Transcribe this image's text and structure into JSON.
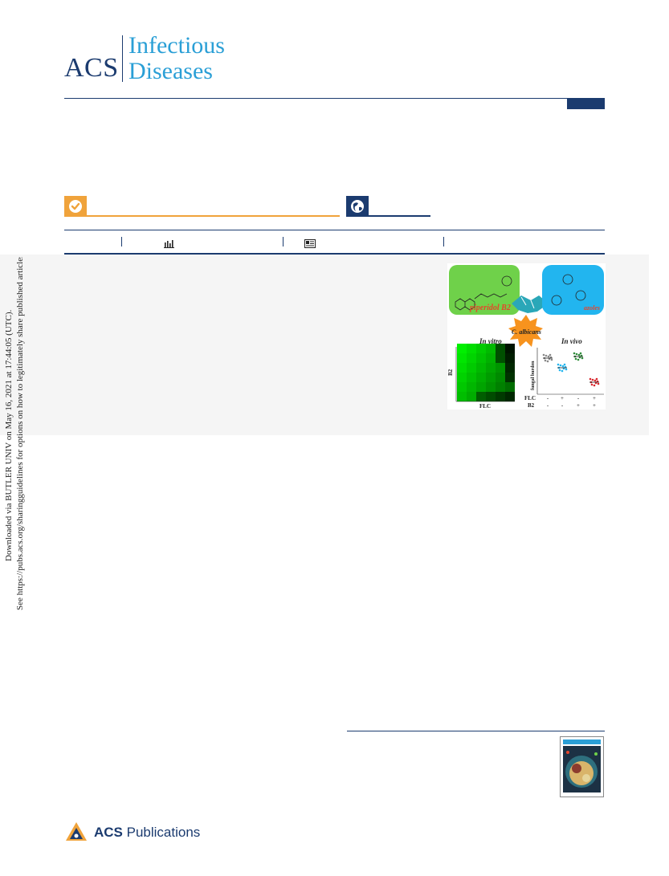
{
  "journal": {
    "publisher_short": "ACS",
    "title_line1": "Infectious",
    "title_line2": "Diseases"
  },
  "toc_graphic": {
    "left_compound_label": "piperidol B2",
    "right_compound_label": "azoles",
    "organism_label": "C. albicans",
    "in_vitro_label": "In vitro",
    "in_vivo_label": "In vivo",
    "y_axis_invitro": "B2",
    "x_axis_invitro": "FLC",
    "y_axis_invivo": "fungal burden",
    "row1_label": "FLC",
    "row2_label": "B2",
    "row1_values": [
      "-",
      "+",
      "-",
      "+"
    ],
    "row2_values": [
      "-",
      "-",
      "+",
      "+"
    ],
    "colors": {
      "left_box": "#6fd14a",
      "right_box": "#22b5ef",
      "star": "#f7931e",
      "handshake": "#2aa7b8"
    }
  },
  "side_notice": {
    "line1": "Downloaded via BUTLER UNIV on May 16, 2021 at 17:44:05 (UTC).",
    "line2": "See https://pubs.acs.org/sharingguidelines for options on how to legitimately share published articles."
  },
  "footer": {
    "publisher_prefix": "ACS",
    "publisher_suffix": " Publications"
  },
  "icons": [
    "check-circle-icon",
    "globe-icon",
    "bar-chart-icon",
    "document-icon",
    "acs-publications-logo-icon"
  ],
  "brand_colors": {
    "navy": "#1b3b6f",
    "sky": "#2a9fd6",
    "orange": "#f0a33b"
  }
}
